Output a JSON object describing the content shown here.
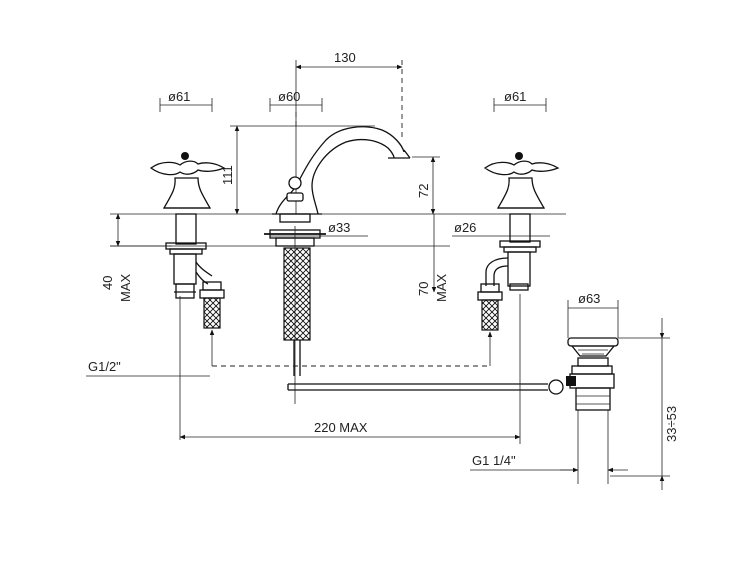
{
  "dimensions": {
    "spout_spacing": "130",
    "left_handle_diameter": "ø61",
    "spout_diameter": "ø60",
    "right_handle_diameter": "ø61",
    "spout_height": "111",
    "spout_outlet_height": "72",
    "spout_shank_diameter": "ø33",
    "valve_shank_diameter": "ø26",
    "left_shank_length": "40",
    "left_shank_max": "MAX",
    "right_shank_length": "70",
    "right_shank_max": "MAX",
    "inlet_thread": "G1/2\"",
    "overall_width": "220  MAX",
    "waste_diameter": "ø63",
    "waste_height": "33÷53",
    "waste_thread": "G1  1/4\""
  }
}
